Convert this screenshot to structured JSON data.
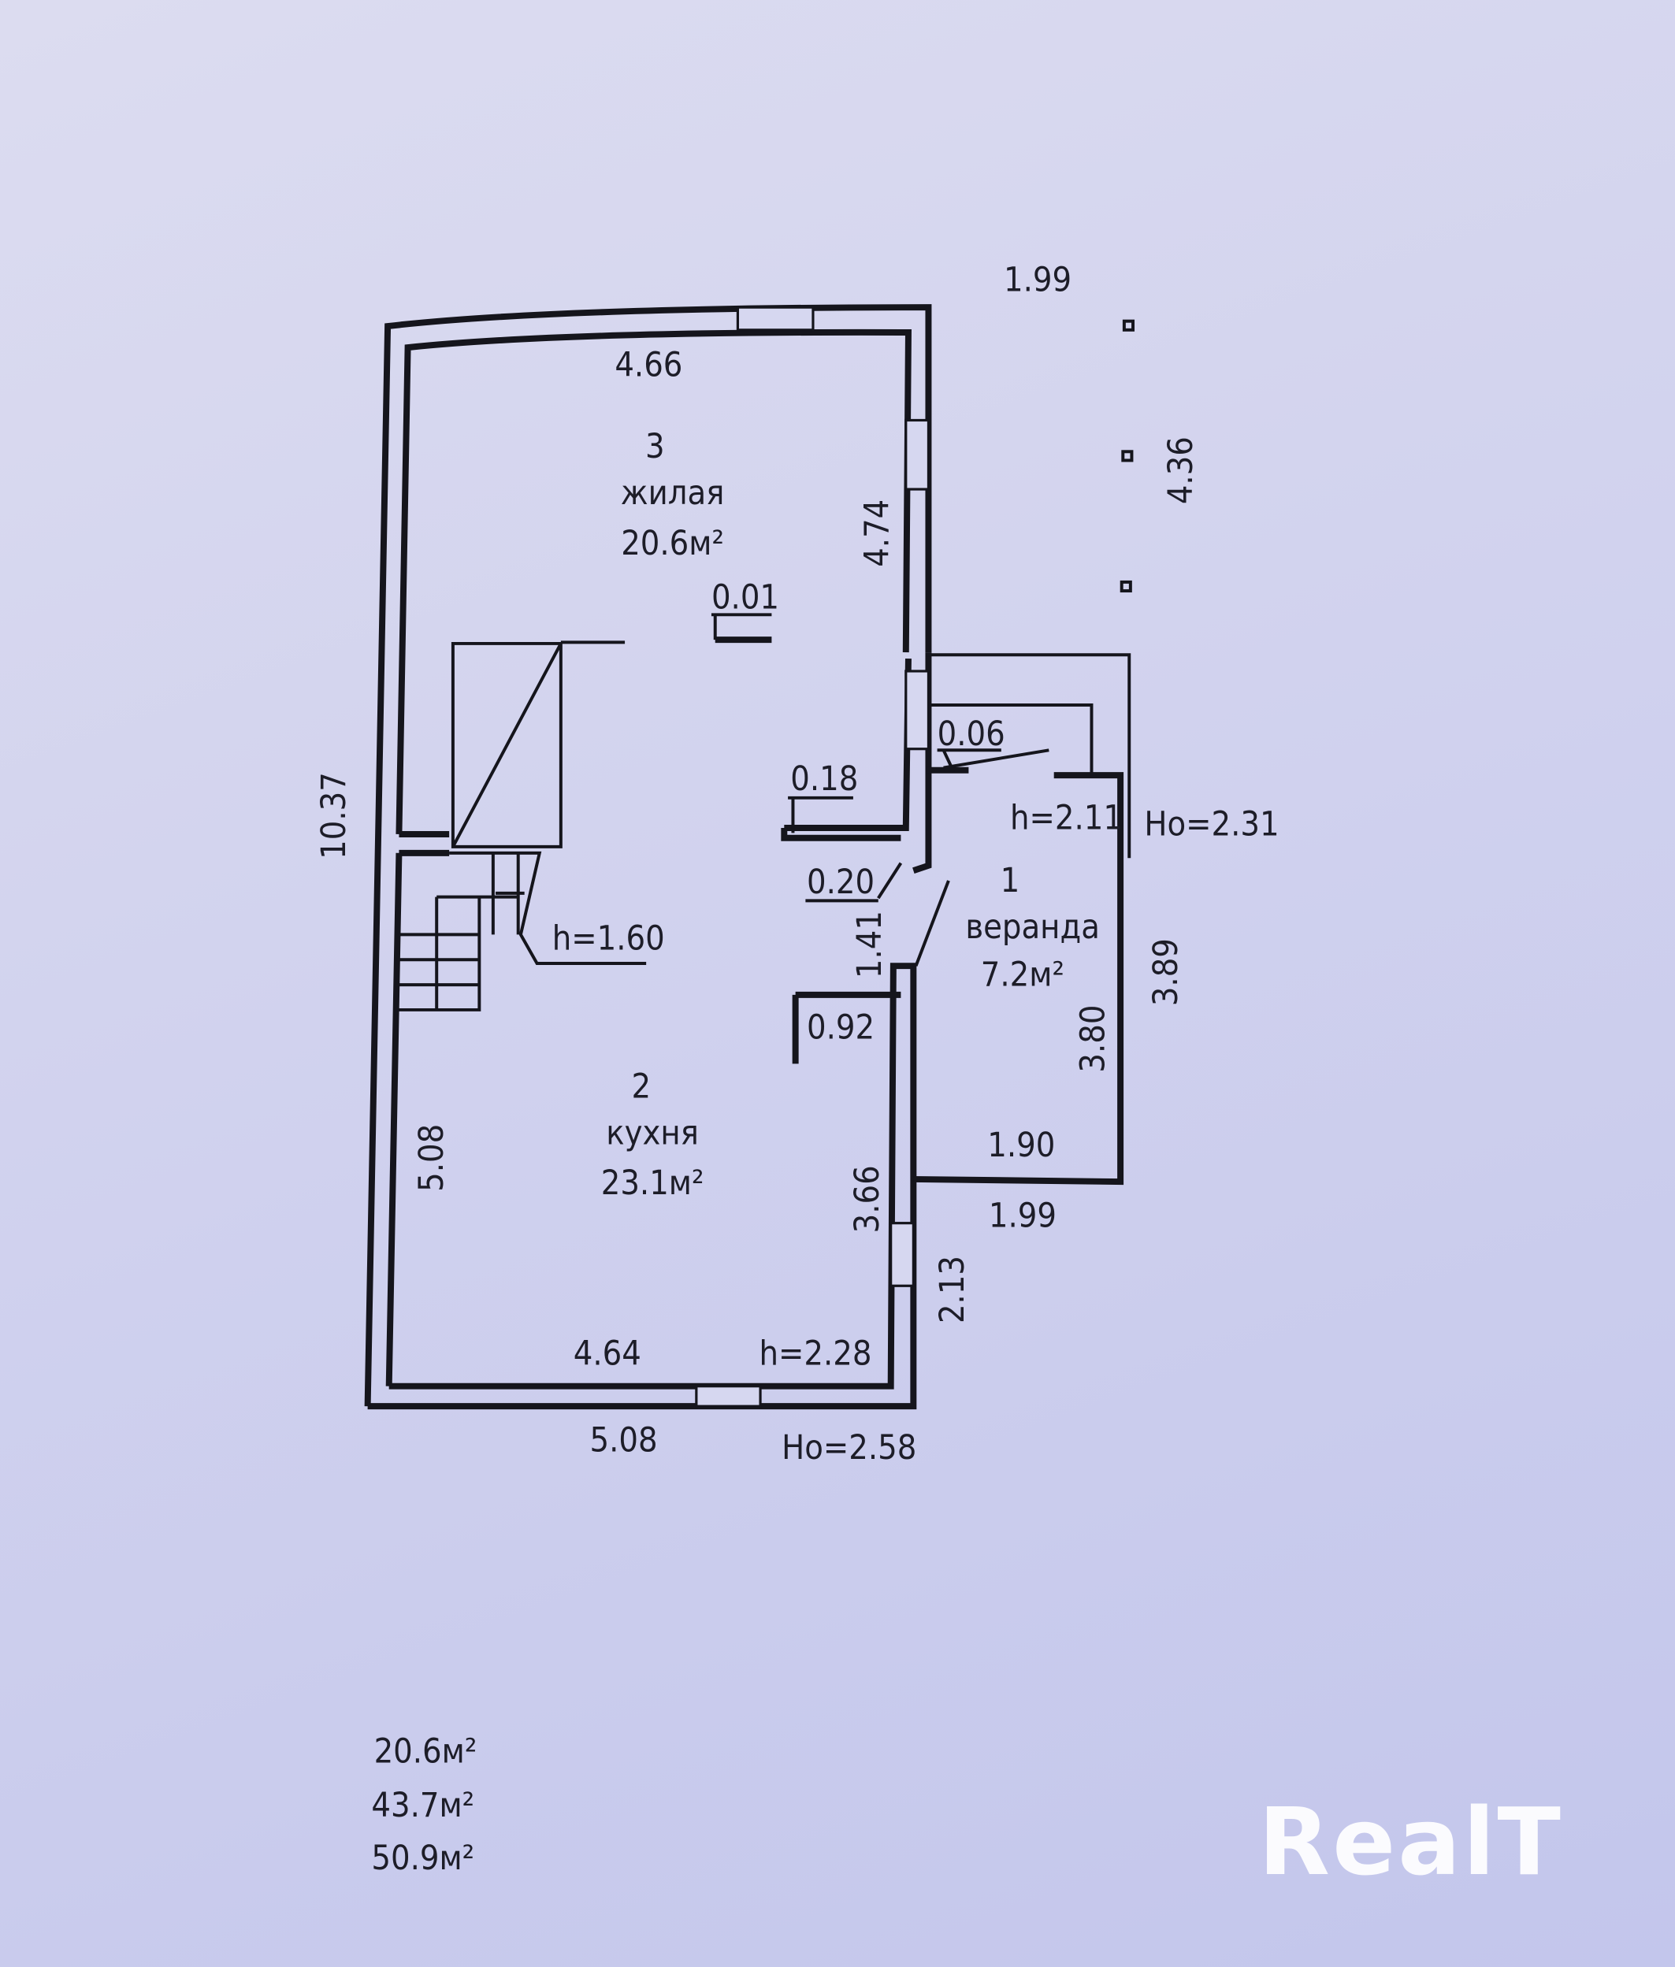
{
  "rooms": [
    {
      "number": "3",
      "name": "жилая",
      "area": "20.6м²"
    },
    {
      "number": "2",
      "name": "кухня",
      "area": "23.1м²"
    },
    {
      "number": "1",
      "name": "веранда",
      "area": "7.2м²"
    }
  ],
  "dimensions": {
    "top_outer": "1.99",
    "porch_side": "4.36",
    "room3_width": "4.66",
    "room3_length": "4.74",
    "step_001": "0.01",
    "step_006": "0.06",
    "step_018": "0.18",
    "step_020": "0.20",
    "door_141": "1.41",
    "wall_092": "0.92",
    "stair_height": "h=1.60",
    "veranda_height": "h=2.11",
    "veranda_outer_height": "Ho=2.31",
    "veranda_length_outer": "3.89",
    "veranda_length_inner": "3.80",
    "veranda_width_inner": "1.90",
    "veranda_width_outer": "1.99",
    "total_length": "10.37",
    "kitchen_length": "5.08",
    "kitchen_right": "3.66",
    "kitchen_right_lower": "2.13",
    "kitchen_width": "4.64",
    "kitchen_height": "h=2.28",
    "outer_width": "5.08",
    "outer_height": "Ho=2.58"
  },
  "totals": [
    "20.6м²",
    "43.7м²",
    "50.9м²"
  ],
  "watermark": "RealT"
}
